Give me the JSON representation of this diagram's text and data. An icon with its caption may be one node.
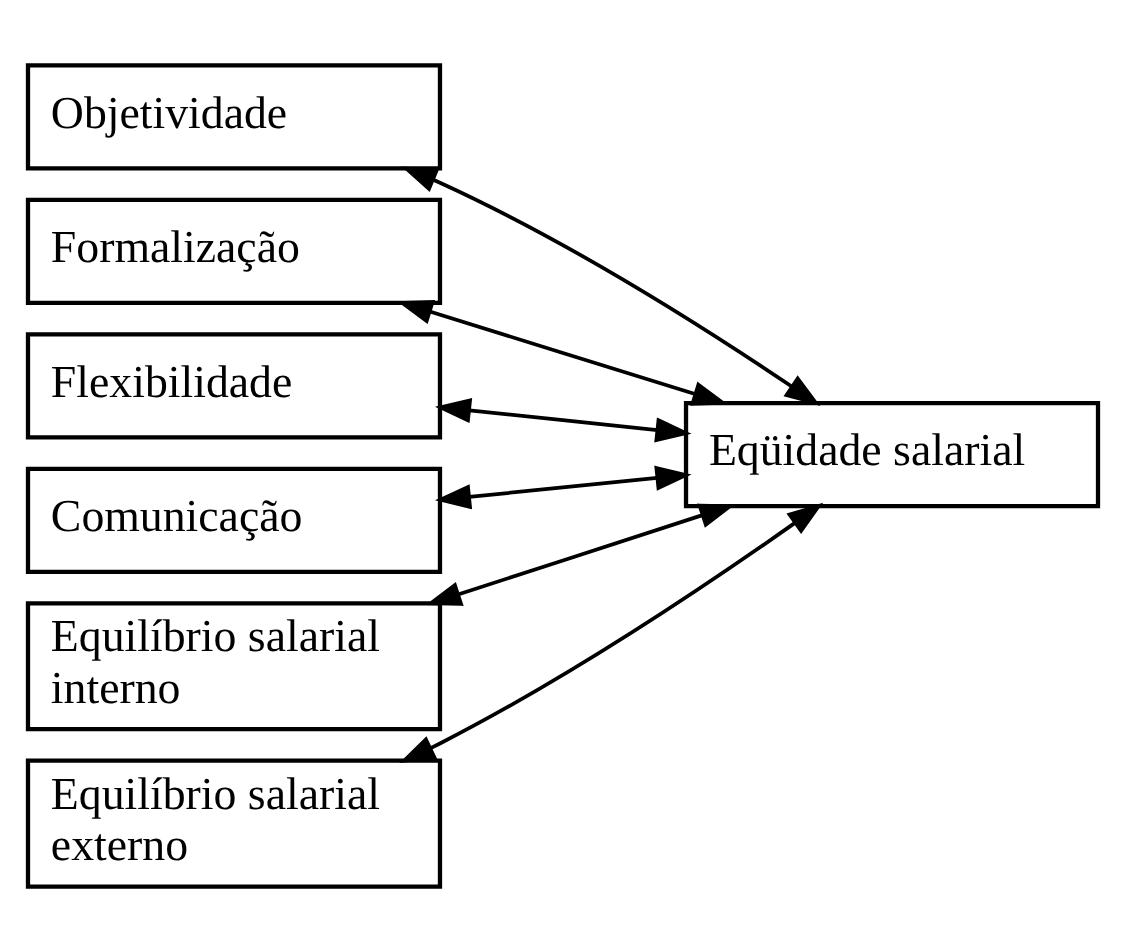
{
  "diagram": {
    "nodes": [
      {
        "text": [
          "Objetividade"
        ]
      },
      {
        "text": [
          "Formalização"
        ]
      },
      {
        "text": [
          "Flexibilidade"
        ]
      },
      {
        "text": [
          "Comunicação"
        ]
      },
      {
        "text": [
          "Equilíbrio salarial interno"
        ]
      },
      {
        "text": [
          "Equilíbrio salarial externo"
        ]
      },
      {
        "text": [
          "Eqüidade salarial"
        ]
      }
    ],
    "edges": [
      {
        "from": 0,
        "to": 6,
        "arrow": "both"
      },
      {
        "from": 1,
        "to": 6,
        "arrow": "both"
      },
      {
        "from": 2,
        "to": 6,
        "arrow": "both"
      },
      {
        "from": 3,
        "to": 6,
        "arrow": "both"
      },
      {
        "from": 4,
        "to": 6,
        "arrow": "both"
      },
      {
        "from": 5,
        "to": 6,
        "arrow": "both"
      }
    ]
  }
}
